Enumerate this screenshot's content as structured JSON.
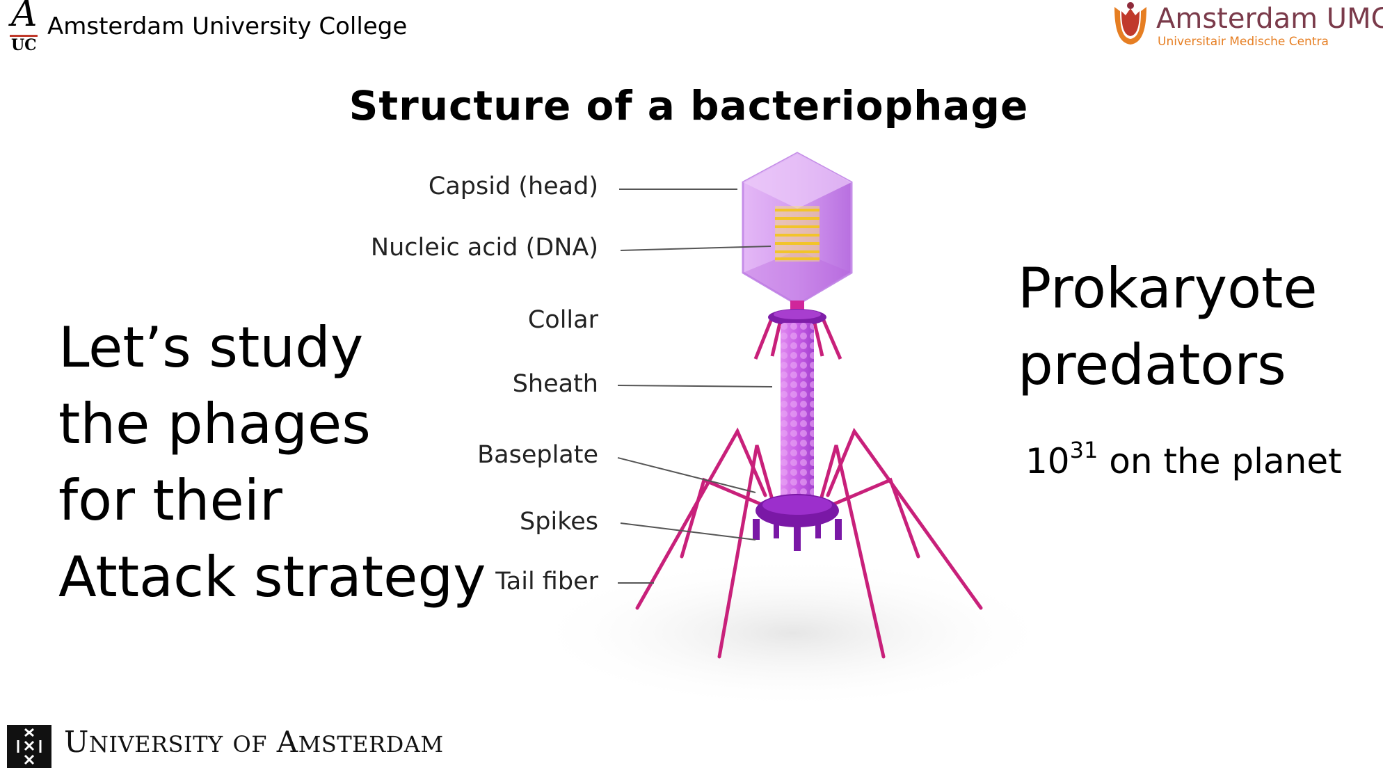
{
  "header": {
    "auc_logo_letter": "A",
    "auc_logo_sub": "UC",
    "auc_name": "Amsterdam University College",
    "umc_name": "Amsterdam UMC",
    "umc_subtitle": "Universitair Medische Centra"
  },
  "diagram": {
    "title": "Structure of a bacteriophage",
    "labels": {
      "capsid": "Capsid (head)",
      "nucleic_acid": "Nucleic acid (DNA)",
      "collar": "Collar",
      "sheath": "Sheath",
      "baseplate": "Baseplate",
      "spikes": "Spikes",
      "tail_fiber": "Tail fiber"
    },
    "colors": {
      "capsid": "#d9a3f0",
      "capsid_edge": "#b766e0",
      "dna": "#f5d23c",
      "sheath": "#c95ee8",
      "collar": "#8a1fb0",
      "fiber": "#c8207a",
      "leader": "#555555"
    }
  },
  "left_text": {
    "lines": [
      "Let’s study",
      "the phages",
      "for their",
      "Attack strategy"
    ]
  },
  "right_text": {
    "lines": [
      "Prokaryote",
      "predators"
    ],
    "count_base": "10",
    "count_exp": "31",
    "count_suffix": " on the planet"
  },
  "footer": {
    "uva_first_initial": "U",
    "uva_first_rest": "NIVERSITY",
    "uva_of": "OF",
    "uva_second_initial": "A",
    "uva_second_rest": "MSTERDAM"
  }
}
